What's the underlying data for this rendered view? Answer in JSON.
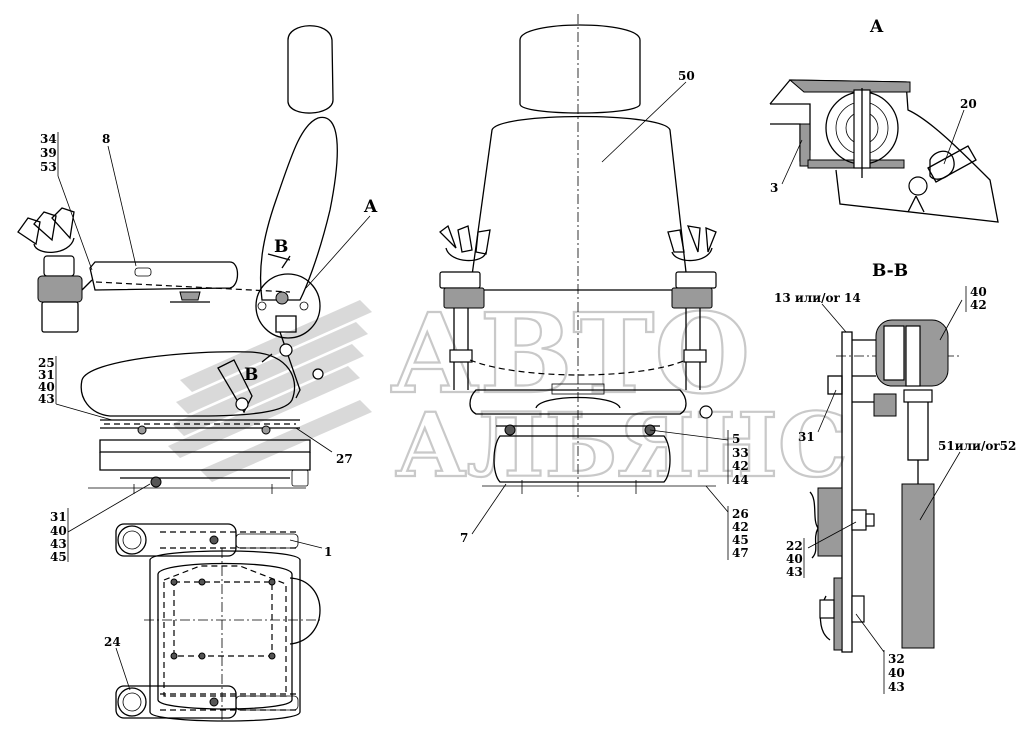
{
  "watermark": {
    "line1": "АВТО",
    "line2": "АЛЬЯНС"
  },
  "views": {
    "section_a": "A",
    "section_bb": "B-B",
    "cut_a": "A",
    "cut_b_top": "B",
    "cut_b_bottom": "B"
  },
  "callouts": {
    "c_34_39_53": [
      "34",
      "39",
      "53"
    ],
    "c_8": "8",
    "c_25_31_40_43": [
      "25",
      "31",
      "40",
      "43"
    ],
    "c_27": "27",
    "c_31_40_43_45": [
      "31",
      "40",
      "43",
      "45"
    ],
    "c_1": "1",
    "c_24": "24",
    "c_50": "50",
    "c_7": "7",
    "c_5_33_42_44": [
      "5",
      "33",
      "42",
      "44"
    ],
    "c_26_42_45_47": [
      "26",
      "42",
      "45",
      "47"
    ],
    "c_20": "20",
    "c_3": "3",
    "c_13_14": "13 или/or 14",
    "c_40_42": [
      "40",
      "42"
    ],
    "c_31b": "31",
    "c_51_52": "51или/or52",
    "c_22_40_43": [
      "22",
      "40",
      "43"
    ],
    "c_32_40_43": [
      "32",
      "40",
      "43"
    ]
  }
}
